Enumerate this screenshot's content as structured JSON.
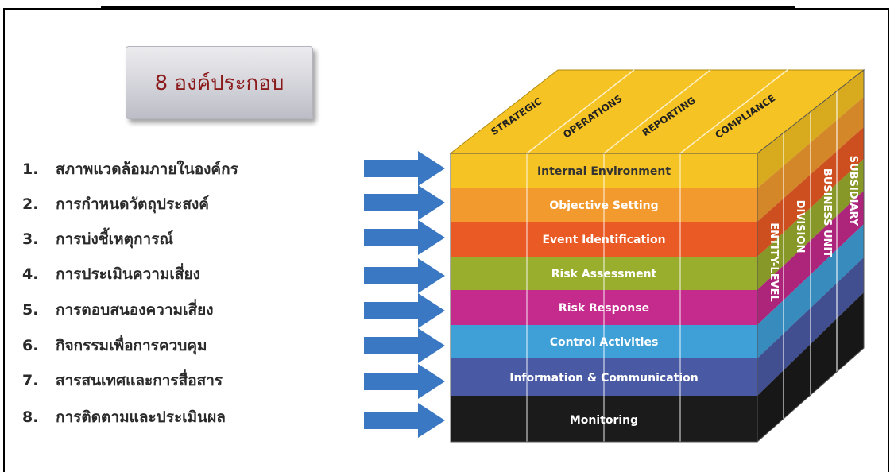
{
  "title": "8 องค์ประกอบ",
  "components": [
    {
      "num": "1.",
      "label": "สภาพแวดล้อมภายในองค์กร"
    },
    {
      "num": "2.",
      "label": "การกำหนดวัตถุประสงค์"
    },
    {
      "num": "3.",
      "label": "การบ่งชี้เหตุการณ์"
    },
    {
      "num": "4.",
      "label": "การประเมินความเสี่ยง"
    },
    {
      "num": "5.",
      "label": "การตอบสนองความเสี่ยง"
    },
    {
      "num": "6.",
      "label": "กิจกรรมเพื่อการควบคุม"
    },
    {
      "num": "7.",
      "label": "สารสนเทศและการสื่อสาร"
    },
    {
      "num": "8.",
      "label": "การติดตามและประเมินผล"
    }
  ],
  "cube": {
    "rows": [
      {
        "label": "Internal Environment",
        "color": "#f6c324"
      },
      {
        "label": "Objective Setting",
        "color": "#f29a2e"
      },
      {
        "label": "Event Identification",
        "color": "#ea5a24"
      },
      {
        "label": "Risk Assessment",
        "color": "#9aae2e"
      },
      {
        "label": "Risk Response",
        "color": "#c52b8c"
      },
      {
        "label": "Control Activities",
        "color": "#3fa0d8"
      },
      {
        "label": "Information & Communication",
        "color": "#4a59a3"
      },
      {
        "label": "Monitoring",
        "color": "#1b1b1b"
      }
    ],
    "top_labels": [
      "STRATEGIC",
      "OPERATIONS",
      "REPORTING",
      "COMPLIANCE"
    ],
    "side_labels": [
      "ENTITY-LEVEL",
      "DIVISION",
      "BUSINESS UNIT",
      "SUBSIDIARY"
    ],
    "top_color": "#f6c324",
    "arrow_color": "#3b78c4"
  }
}
